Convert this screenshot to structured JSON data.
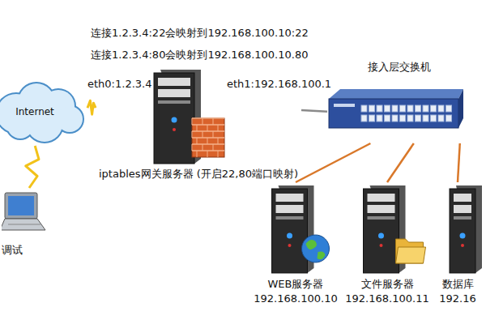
{
  "diagram": {
    "nodes": [
      {
        "text": [
          "Internet"
        ]
      },
      {
        "text": [
          "iptables网关服务器 (开启22,80端口映射)"
        ]
      },
      {
        "text": [
          "接入层交换机"
        ]
      },
      {
        "text": [
          "WEB服务器",
          "192.168.100.10"
        ]
      },
      {
        "text": [
          "文件服务器",
          "192.168.100.11"
        ]
      },
      {
        "text": [
          "数据库",
          "192.16"
        ]
      },
      {
        "text": [
          "调试"
        ]
      }
    ],
    "edges": [
      {
        "from": 0,
        "to": 1,
        "arrow": "none"
      },
      {
        "from": 6,
        "to": 0,
        "arrow": "none"
      },
      {
        "from": 1,
        "to": 2,
        "arrow": "none"
      },
      {
        "from": 2,
        "to": 3,
        "arrow": "none"
      },
      {
        "from": 2,
        "to": 4,
        "arrow": "none"
      },
      {
        "from": 2,
        "to": 5,
        "arrow": "none"
      }
    ],
    "labels": [
      "连接1.2.3.4:22会映射到192.168.100.10:22",
      "连接1.2.3.4:80会映射到192.168.100.10.80",
      "eth0:1.2.3.4",
      "eth1:192.168.100.1"
    ]
  }
}
